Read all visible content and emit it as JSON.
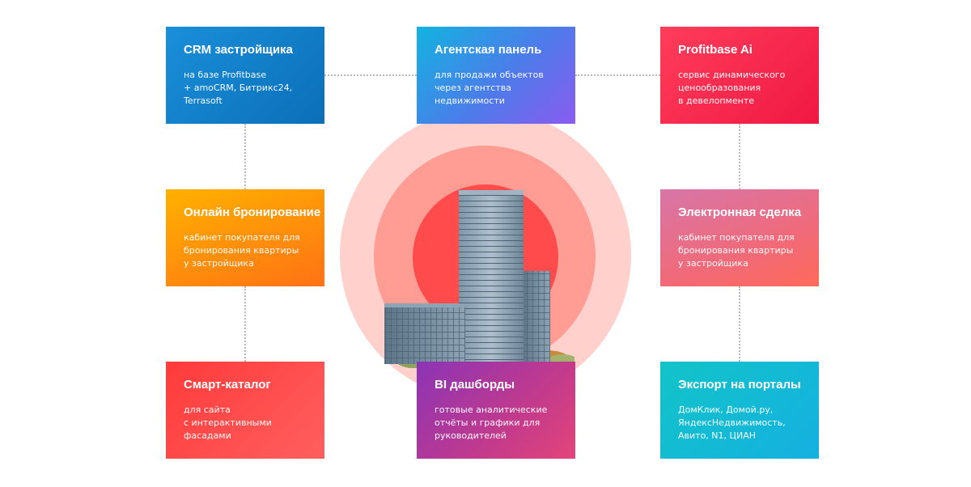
{
  "cards": {
    "crm": {
      "title": "CRM застройщика",
      "desc": "на базе Profitbase\n+ amoCRM, Битрикс24,\nTerrasoft"
    },
    "agent": {
      "title": "Агентская панель",
      "desc": "для продажи объектов\nчерез агентства\nнедвижимости"
    },
    "ai": {
      "title": "Profitbase Ai",
      "desc": "сервис динамического\nценообразования\nв девелопменте"
    },
    "booking": {
      "title": "Онлайн бронирование",
      "desc": "кабинет покупателя для\nбронирования квартиры\nу застройщика"
    },
    "deal": {
      "title": "Электронная сделка",
      "desc": "кабинет покупателя для\nбронирования квартиры\nу застройщика"
    },
    "catalog": {
      "title": "Смарт-каталог",
      "desc": "для сайта\nс интерактивными\nфасадами"
    },
    "bi": {
      "title": "BI дашборды",
      "desc": "готовые аналитические\nотчёты и графики для\nруководителей"
    },
    "export": {
      "title": "Экспорт на порталы",
      "desc": "ДомКлик, Домой.ру,\nЯндексНедвижимость,\nАвито, N1, ЦИАН"
    }
  },
  "colors": {
    "circle_outer": "#ffd0cc",
    "circle_mid": "#ff9c94",
    "circle_inner": "#ff4b4b",
    "connector": "#b9b9b9"
  }
}
